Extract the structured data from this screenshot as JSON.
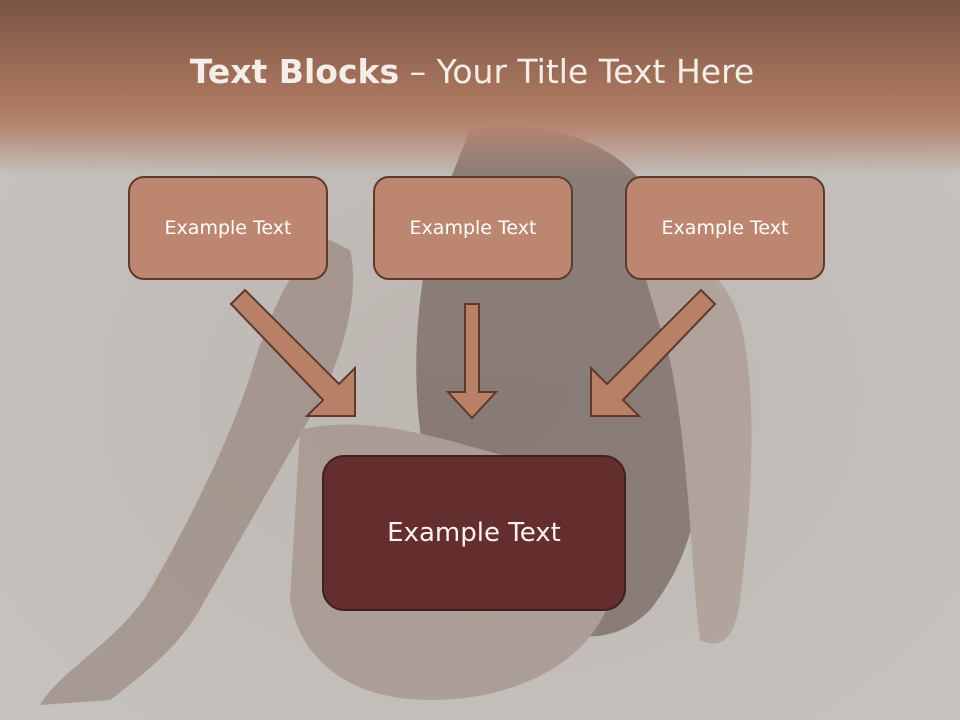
{
  "title": {
    "bold": "Text Blocks",
    "dash": " – ",
    "rest": "Your Title Text Here"
  },
  "blocks": {
    "top_left": "Example Text",
    "top_center": "Example Text",
    "top_right": "Example Text",
    "bottom": "Example Text"
  },
  "colors": {
    "title_band": "#a9765e",
    "small_box_fill": "#bc8670",
    "small_box_border": "#5e3a2c",
    "big_box_fill": "#652e2e",
    "arrow_fill": "#b98068",
    "arrow_stroke": "#5e3a2c"
  }
}
